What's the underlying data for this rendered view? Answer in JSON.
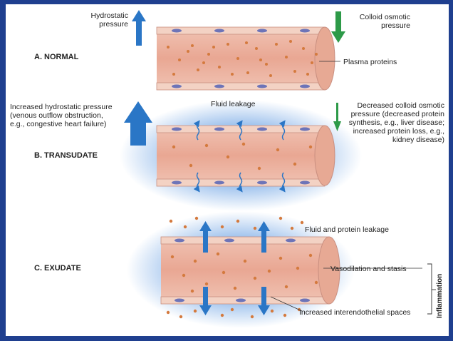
{
  "sections": {
    "normal": "A. NORMAL",
    "transudate": "B. TRANSUDATE",
    "exudate": "C. EXUDATE"
  },
  "labels": {
    "hydrostatic_pressure": "Hydrostatic\npressure",
    "colloid_osmotic_pressure": "Colloid osmotic\npressure",
    "plasma_proteins": "Plasma proteins",
    "increased_hydrostatic": "Increased hydrostatic pressure\n(venous outflow obstruction,\ne.g., congestive heart failure)",
    "fluid_leakage": "Fluid leakage",
    "decreased_colloid": "Decreased colloid osmotic\npressure (decreased protein\nsynthesis, e.g., liver disease;\nincreased protein loss, e.g.,\nkidney disease)",
    "fluid_protein_leakage": "Fluid and protein leakage",
    "vasodilation_stasis": "Vasodilation and stasis",
    "interendothelial_spaces": "Increased interendothelial spaces",
    "inflammation": "Inflammation"
  },
  "colors": {
    "frame": "#1f3f8f",
    "vessel_lumen": "#ecb3a2",
    "vessel_wall": "#f3d2c4",
    "endothelial_nucleus": "#6d74b8",
    "protein_dot": "#d47a3e",
    "arrow_blue": "#2a76c6",
    "arrow_green": "#2d9a48",
    "edema_halo": "#9ec3ee"
  }
}
